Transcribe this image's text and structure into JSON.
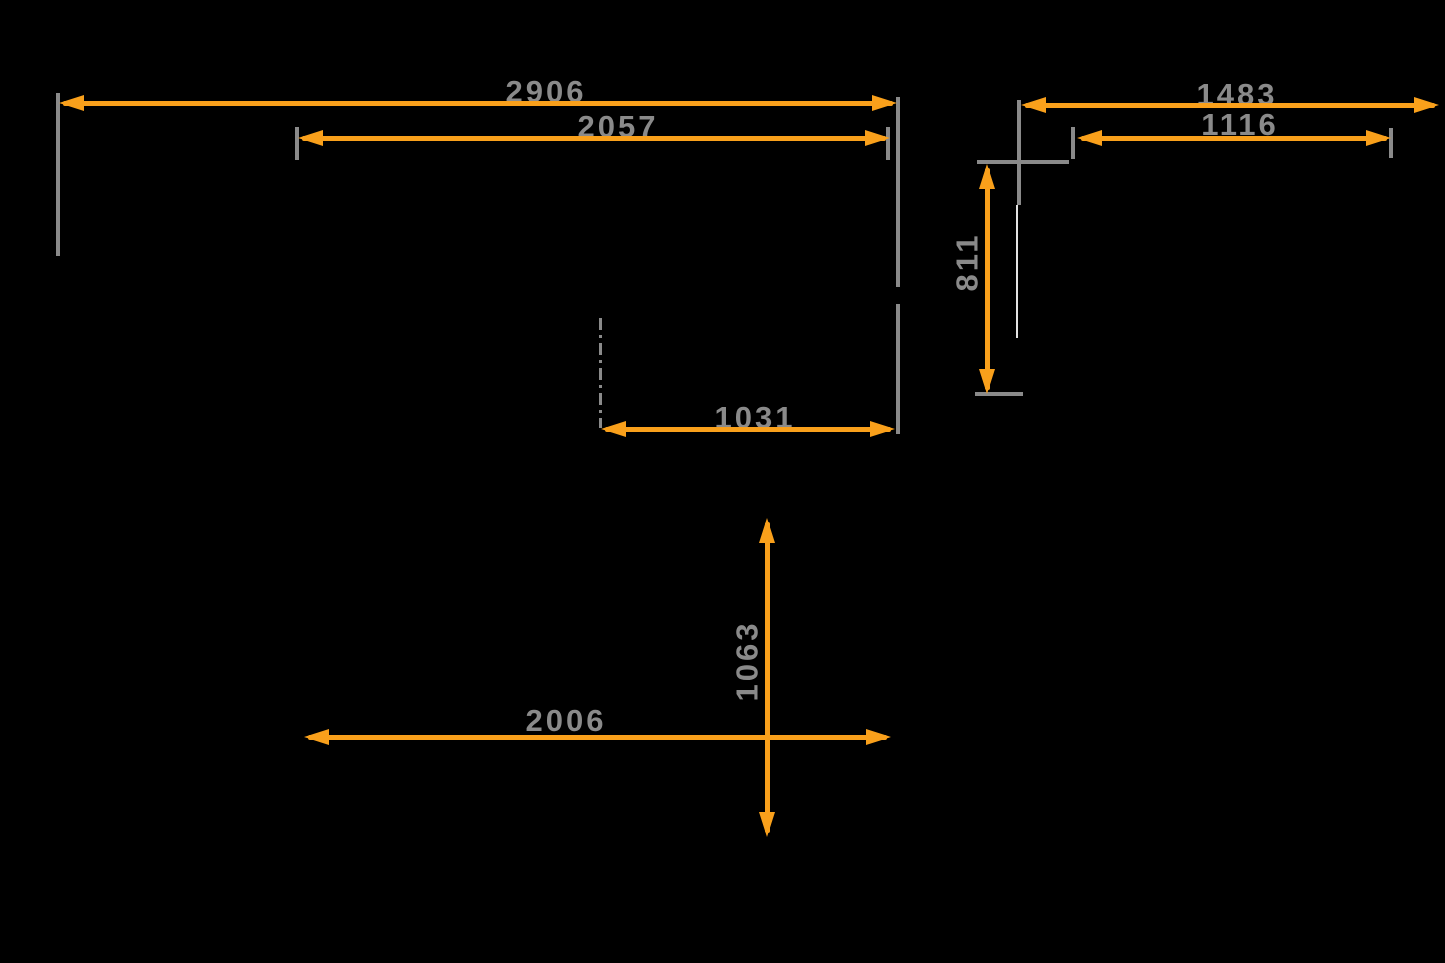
{
  "colors": {
    "accent_orange": "#F9A01B",
    "line_gray": "#8A8A8A",
    "outline_light": "#E3E3E3",
    "background": "#000000"
  },
  "views": {
    "front": {
      "overall_width": "2906",
      "inner_width": "2057",
      "partial_width": "1031"
    },
    "side": {
      "overall_depth": "1483",
      "inner_depth": "1116",
      "height": "811"
    },
    "plan": {
      "width": "2006",
      "depth": "1063"
    }
  }
}
